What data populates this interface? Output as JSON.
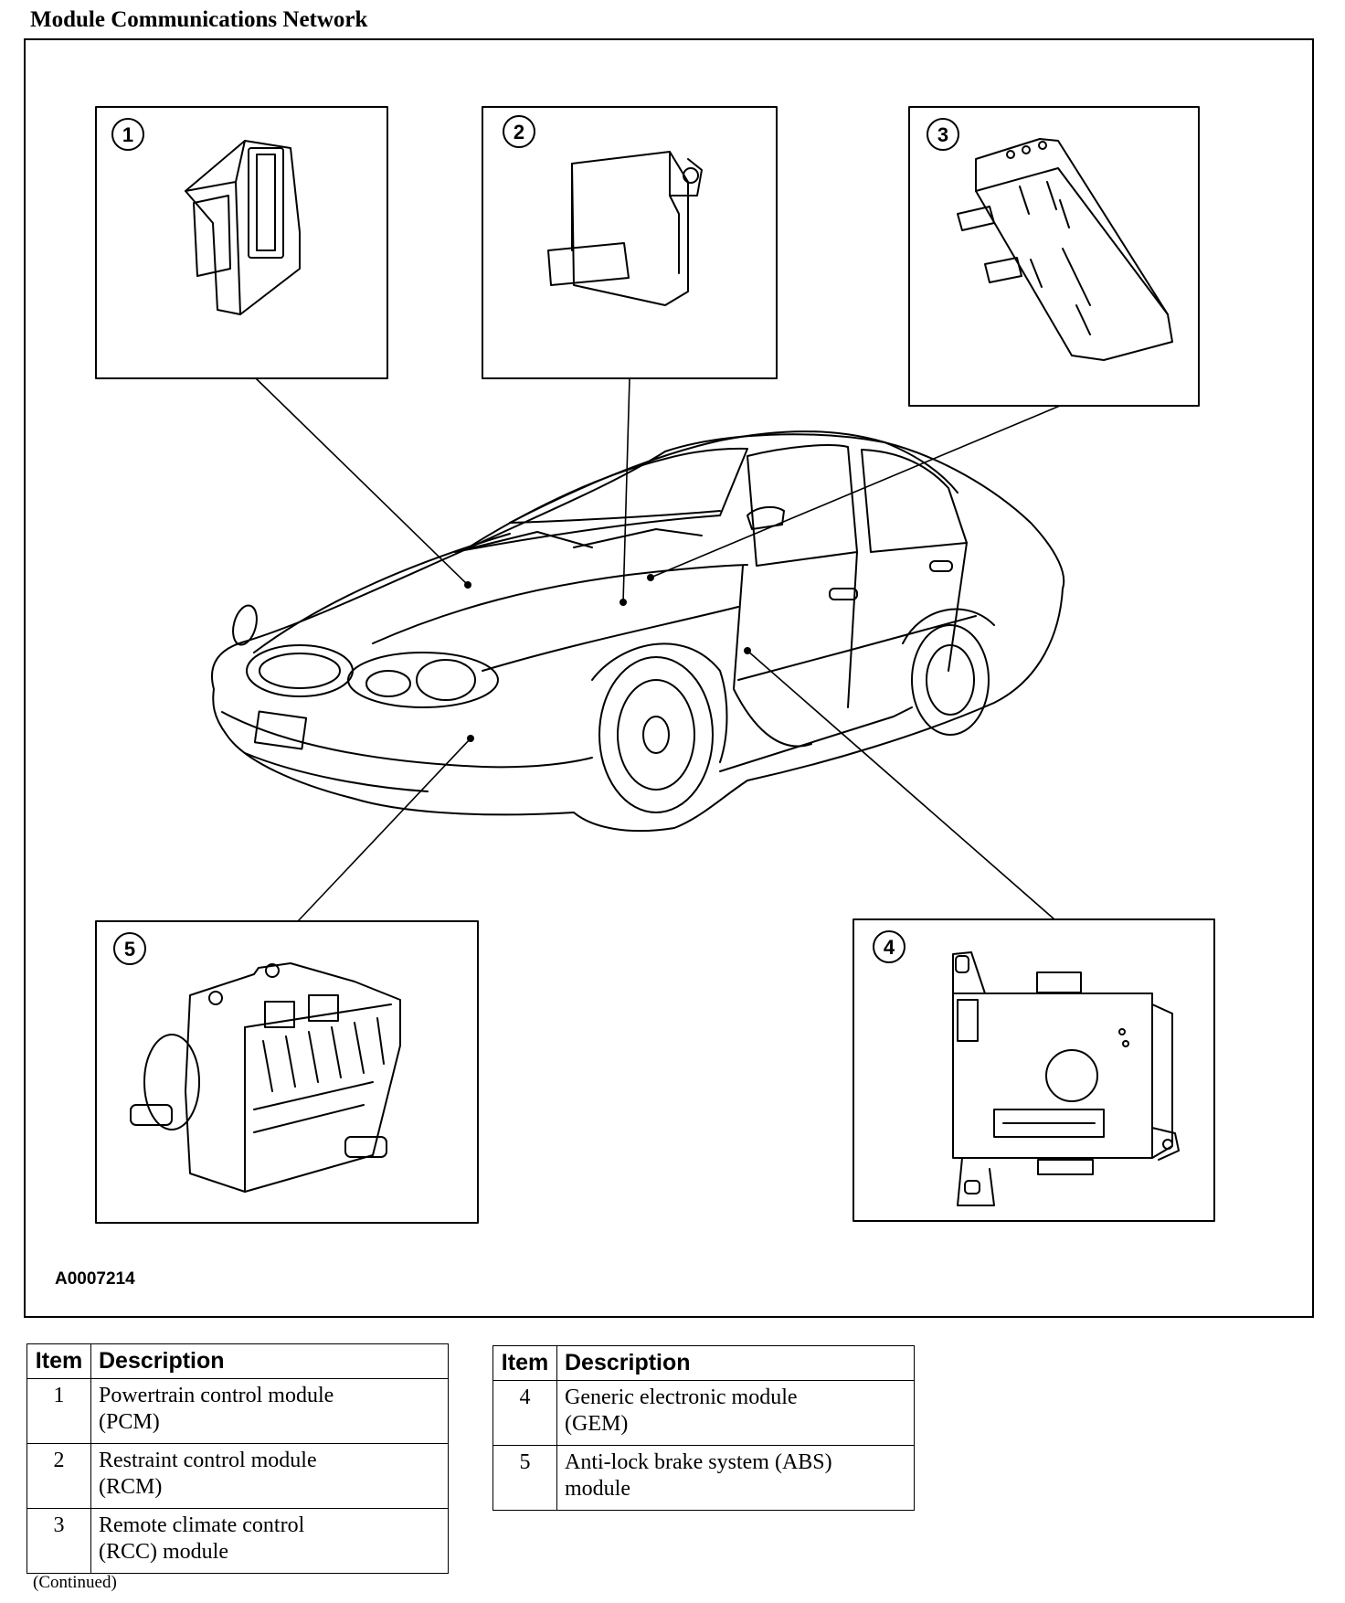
{
  "title": "Module Communications Network",
  "figure_code": "A0007214",
  "callouts": [
    {
      "number": "1"
    },
    {
      "number": "2"
    },
    {
      "number": "3"
    },
    {
      "number": "4"
    },
    {
      "number": "5"
    }
  ],
  "tables": [
    {
      "headers": {
        "item": "Item",
        "description": "Description"
      },
      "rows": [
        {
          "item": "1",
          "line1": "Powertrain control module",
          "line2": "(PCM)"
        },
        {
          "item": "2",
          "line1": "Restraint control module",
          "line2": "(RCM)"
        },
        {
          "item": "3",
          "line1": "Remote climate control",
          "line2": "(RCC) module"
        }
      ]
    },
    {
      "headers": {
        "item": "Item",
        "description": "Description"
      },
      "rows": [
        {
          "item": "4",
          "line1": "Generic electronic module",
          "line2": "(GEM)"
        },
        {
          "item": "5",
          "line1": "Anti-lock brake system (ABS)",
          "line2": "module"
        }
      ]
    }
  ],
  "footer": "(Continued)"
}
